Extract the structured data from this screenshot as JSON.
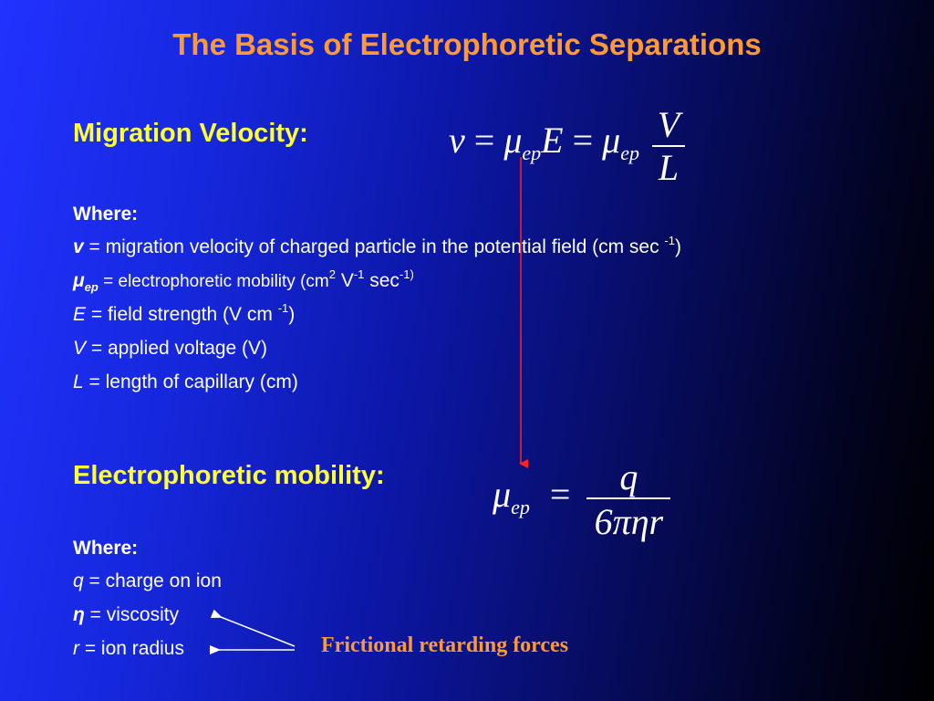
{
  "title": "The Basis of Electrophoretic Separations",
  "migration": {
    "heading": "Migration Velocity:",
    "where": "Where:",
    "defs": [
      {
        "sym": "v",
        "text": " = migration velocity of charged particle in the potential field (cm sec ",
        "sup": "-1",
        "tail": ")"
      },
      {
        "sym": "μ",
        "symsub": "ep",
        "text": " = electrophoretic mobility (cm",
        "sup1": "2",
        "mid": " V",
        "sup2": "-1",
        "mid2": " sec",
        "sup3": "-1)"
      },
      {
        "sym": "E",
        "text": " = field strength (V cm ",
        "sup": "-1",
        "tail": ")"
      },
      {
        "sym": "V",
        "text": " = applied voltage (V)"
      },
      {
        "sym": "L",
        "text": " = length of capillary (cm)"
      }
    ],
    "equation": {
      "v": "v",
      "eq": "=",
      "mu": "μ",
      "sub": "ep",
      "E": "E",
      "num": "V",
      "den": "L"
    }
  },
  "mobility": {
    "heading": "Electrophoretic mobility:",
    "where": "Where:",
    "defs": [
      {
        "sym": "q",
        "text": " = charge on ion"
      },
      {
        "sym": "η",
        "text": " = viscosity"
      },
      {
        "sym": "r",
        "text": " = ion radius"
      }
    ],
    "equation": {
      "mu": "μ",
      "sub": "ep",
      "eq": "=",
      "num": "q",
      "den": "6πηr"
    }
  },
  "callout": "Frictional retarding forces",
  "colors": {
    "title": "#ff9933",
    "heading": "#ffff33",
    "arrow_red": "#ff2222",
    "callout": "#ff9933"
  }
}
